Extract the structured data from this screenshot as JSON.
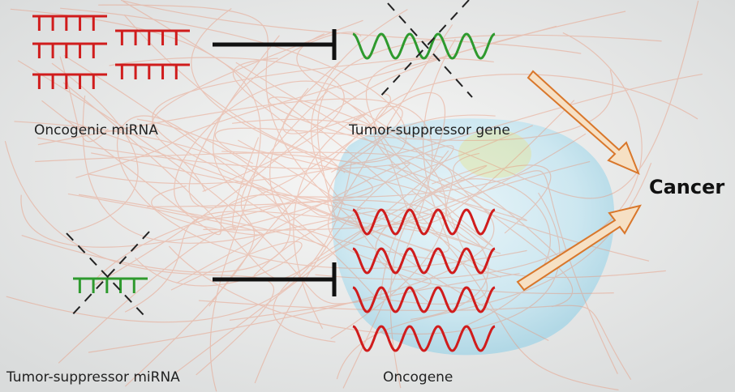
{
  "labels": {
    "oncogenic_mirna": "Oncogenic miRNA",
    "tumor_suppressor_gene": "Tumor-suppressor gene",
    "tumor_suppressor_mirna": "Tumor-suppressor miRNA",
    "oncogene": "Oncogene",
    "cancer": "Cancer"
  },
  "colors": {
    "oncogenic": "#d01c1c",
    "suppressor": "#2e9a2e",
    "inhibit": "#111111",
    "arrow_fill": "#f6e0c4",
    "arrow_stroke": "#d9772b",
    "cell": "#cfe9f3",
    "fibers": "#e8967a"
  },
  "icons": {
    "mirna": "comb-glyph",
    "gene": "sine-wave",
    "blocked": "dashed-x",
    "inhibition": "t-bar-arrow"
  }
}
